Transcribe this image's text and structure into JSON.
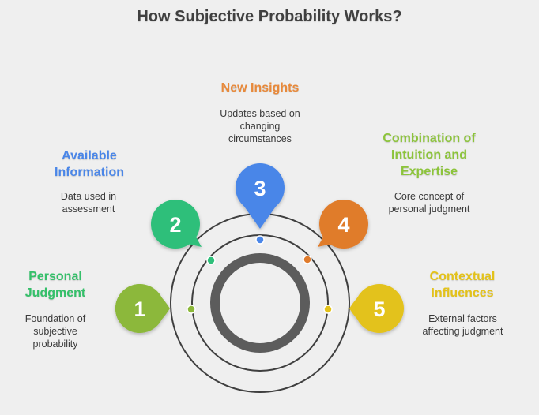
{
  "title": "How Subjective Probability Works?",
  "steps": [
    {
      "number": "1",
      "label": "Personal Judgment",
      "description": "Foundation of subjective probability",
      "color": "#8cb83a"
    },
    {
      "number": "2",
      "label": "Available Information",
      "description": "Data used in assessment",
      "color": "#2fbf7a"
    },
    {
      "number": "3",
      "label": "New Insights",
      "description": "Updates based on changing circumstances",
      "color": "#4a86e8"
    },
    {
      "number": "4",
      "label": "Combination of Intuition and Expertise",
      "description": "Core concept of personal judgment",
      "color": "#e07b2c"
    },
    {
      "number": "5",
      "label": "Contextual Influences",
      "description": "External factors affecting judgment",
      "color": "#e3c21a"
    }
  ],
  "label_colors": {
    "personal": "#35c06a",
    "available": "#4a86e8",
    "insights": "#e8893a",
    "combination": "#8cc43a",
    "contextual": "#e3c21a"
  }
}
